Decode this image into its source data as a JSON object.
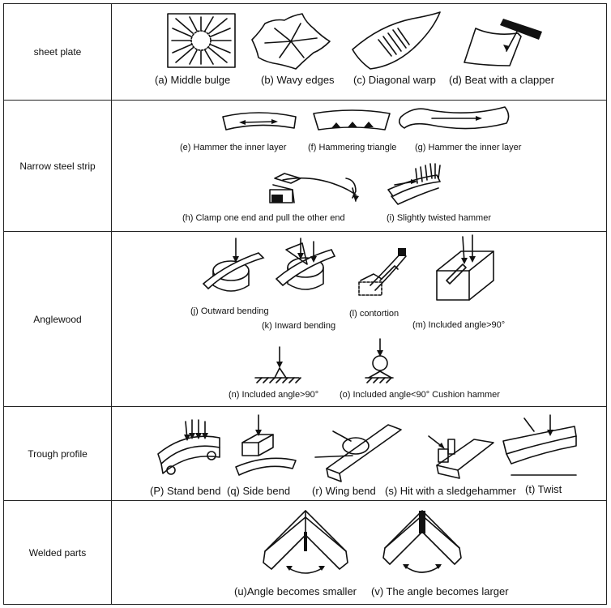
{
  "rows": [
    {
      "label": "sheet plate",
      "captions": [
        "(a)  Middle bulge",
        "(b) Wavy edges",
        "(c) Diagonal warp",
        "(d) Beat with a clapper"
      ]
    },
    {
      "label": "Narrow steel strip",
      "captions": [
        "(e) Hammer the inner layer",
        "(f) Hammering triangle",
        "(g) Hammer the inner layer",
        "(h) Clamp one end and pull the other end",
        "(i) Slightly twisted hammer"
      ]
    },
    {
      "label": "Anglewood",
      "captions": [
        "(j) Outward bending",
        "(k) Inward bending",
        "(l) contortion",
        "(m) Included angle>90°",
        "(n) Included angle>90°",
        "(o) Included angle<90° Cushion hammer"
      ]
    },
    {
      "label": "Trough profile",
      "captions": [
        "(P) Stand bend",
        "(q)  Side bend",
        "(r)  Wing bend",
        "(s) Hit with a sledgehammer",
        "(t) Twist"
      ]
    },
    {
      "label": "Welded parts",
      "captions": [
        "(u)Angle becomes smaller",
        "(v) The angle becomes larger"
      ]
    }
  ]
}
